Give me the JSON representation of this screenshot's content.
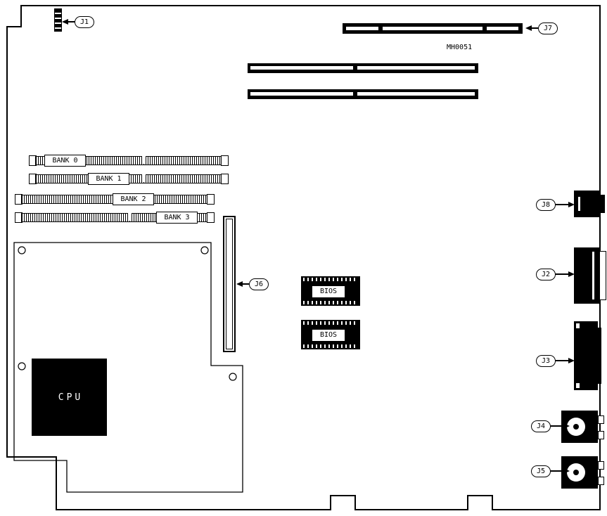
{
  "board": {
    "part_number": "MH0051",
    "connector_labels": {
      "j1": "J1",
      "j2": "J2",
      "j3": "J3",
      "j4": "J4",
      "j5": "J5",
      "j6": "J6",
      "j7": "J7",
      "j8": "J8"
    },
    "memory_banks": [
      {
        "label": "BANK 0"
      },
      {
        "label": "BANK 1"
      },
      {
        "label": "BANK 2"
      },
      {
        "label": "BANK 3"
      }
    ],
    "chips": {
      "cpu": "CPU",
      "bios_top": "BIOS",
      "bios_bottom": "BIOS"
    }
  }
}
